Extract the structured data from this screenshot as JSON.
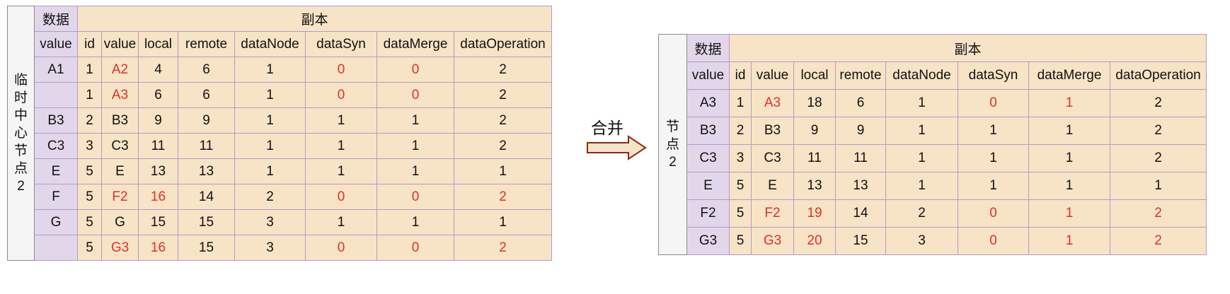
{
  "left_table": {
    "side_label": "临时中心节点2",
    "data_header": "数据",
    "replica_header": "副本",
    "columns": [
      "value",
      "id",
      "value",
      "local",
      "remote",
      "dataNode",
      "dataSyn",
      "dataMerge",
      "dataOperation"
    ],
    "rows": [
      [
        "A1",
        "1",
        "A2",
        "4",
        "6",
        "1",
        "0",
        "0",
        "2"
      ],
      [
        "",
        "1",
        "A3",
        "6",
        "6",
        "1",
        "0",
        "0",
        "2"
      ],
      [
        "B3",
        "2",
        "B3",
        "9",
        "9",
        "1",
        "1",
        "1",
        "2"
      ],
      [
        "C3",
        "3",
        "C3",
        "11",
        "11",
        "1",
        "1",
        "1",
        "2"
      ],
      [
        "E",
        "5",
        "E",
        "13",
        "13",
        "1",
        "1",
        "1",
        "1"
      ],
      [
        "F",
        "5",
        "F2",
        "16",
        "14",
        "2",
        "0",
        "0",
        "2"
      ],
      [
        "G",
        "5",
        "G",
        "15",
        "15",
        "3",
        "1",
        "1",
        "1"
      ],
      [
        "",
        "5",
        "G3",
        "16",
        "15",
        "3",
        "0",
        "0",
        "2"
      ]
    ],
    "highlight_color": "#e0302a"
  },
  "arrow": {
    "label": "合并"
  },
  "right_table": {
    "side_label": "节点2",
    "data_header": "数据",
    "replica_header": "副本",
    "columns": [
      "value",
      "id",
      "value",
      "local",
      "remote",
      "dataNode",
      "dataSyn",
      "dataMerge",
      "dataOperation"
    ],
    "rows": [
      [
        "A3",
        "1",
        "A3",
        "18",
        "6",
        "1",
        "0",
        "1",
        "2"
      ],
      [
        "B3",
        "2",
        "B3",
        "9",
        "9",
        "1",
        "1",
        "1",
        "2"
      ],
      [
        "C3",
        "3",
        "C3",
        "11",
        "11",
        "1",
        "1",
        "1",
        "2"
      ],
      [
        "E",
        "5",
        "E",
        "13",
        "13",
        "1",
        "1",
        "1",
        "1"
      ],
      [
        "F2",
        "5",
        "F2",
        "19",
        "14",
        "2",
        "0",
        "1",
        "2"
      ],
      [
        "G3",
        "5",
        "G3",
        "20",
        "15",
        "3",
        "0",
        "1",
        "2"
      ]
    ]
  },
  "colors": {
    "side_bg": "#f5f5f5",
    "data_bg": "#e2d7ea",
    "replica_bg": "#f7e3c6",
    "border": "#b59ac2",
    "highlight": "#e0302a"
  }
}
